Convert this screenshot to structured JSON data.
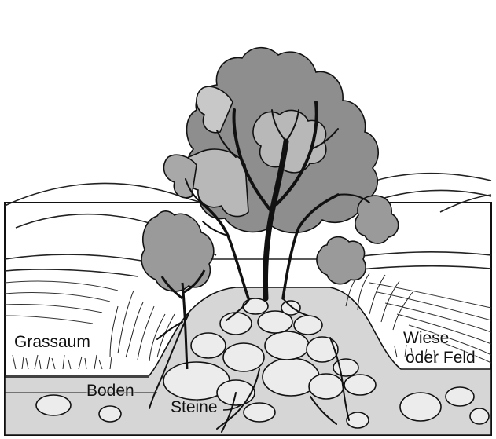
{
  "labels": {
    "grassaum": "Grassaum",
    "boden": "Boden",
    "steine": "Steine",
    "wiese_line1": "Wiese",
    "wiese_line2": "oder Feld"
  },
  "colors": {
    "soil": "#d6d6d6",
    "stone_fill": "#ececec",
    "tree_dark": "#8e8e8e",
    "tree_light": "#b8b8b8",
    "ink": "#111111"
  }
}
